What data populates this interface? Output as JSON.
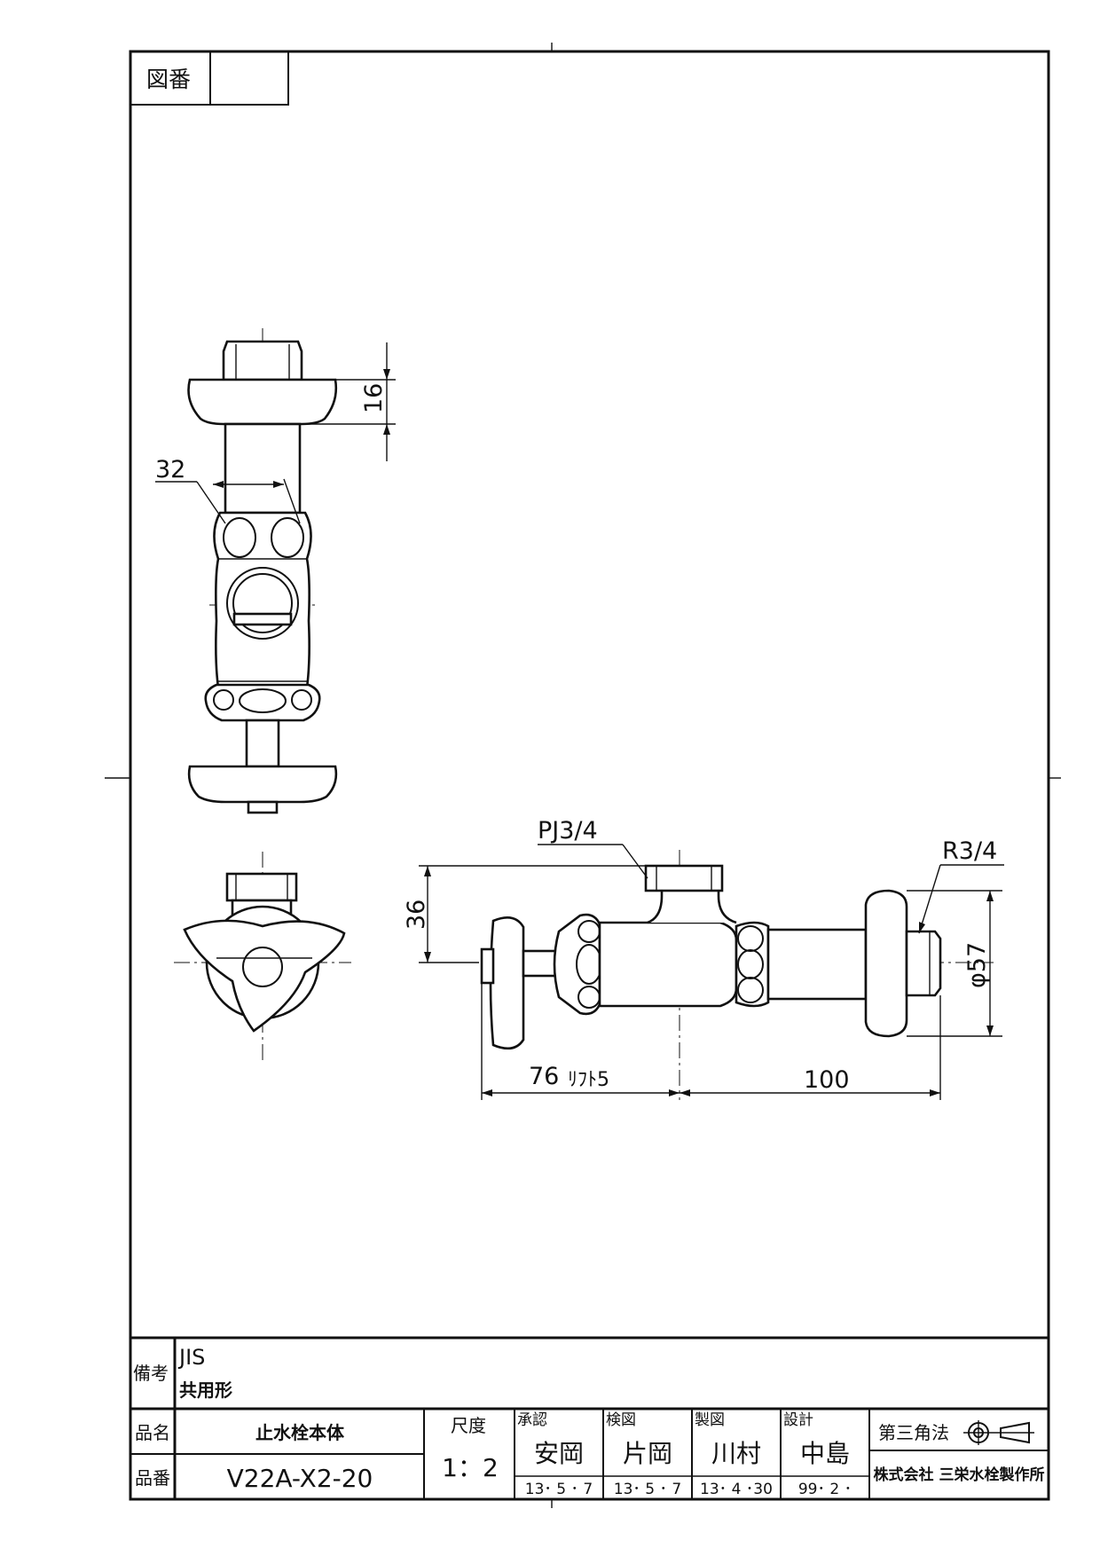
{
  "drawing_number": {
    "label": "図番",
    "value": ""
  },
  "dimensions": {
    "height_16": "16",
    "width_32": "32",
    "height_36": "36",
    "thread_pj": "PJ3/4",
    "thread_r": "R3/4",
    "diameter_57": "φ57",
    "length_76": "76",
    "lift": "ﾘﾌﾄ5",
    "length_100": "100"
  },
  "title_block": {
    "remarks_label": "備考",
    "remarks_line1": "JIS",
    "remarks_line2": "共用形",
    "product_name_label": "品名",
    "product_name": "止水栓本体",
    "product_number_label": "品番",
    "product_number": "V22A-X2-20",
    "scale_label": "尺度",
    "scale": "1：2",
    "approved": {
      "label": "承認",
      "name": "安岡",
      "date": "13･ 5 ･ 7"
    },
    "checked": {
      "label": "検図",
      "name": "片岡",
      "date": "13･ 5 ･ 7"
    },
    "drawn": {
      "label": "製図",
      "name": "川村",
      "date": "13･ 4 ･30"
    },
    "designed": {
      "label": "設計",
      "name": "中島",
      "date": "99･ 2 ･"
    },
    "projection": "第三角法",
    "company": "株式会社 三栄水栓製作所"
  }
}
